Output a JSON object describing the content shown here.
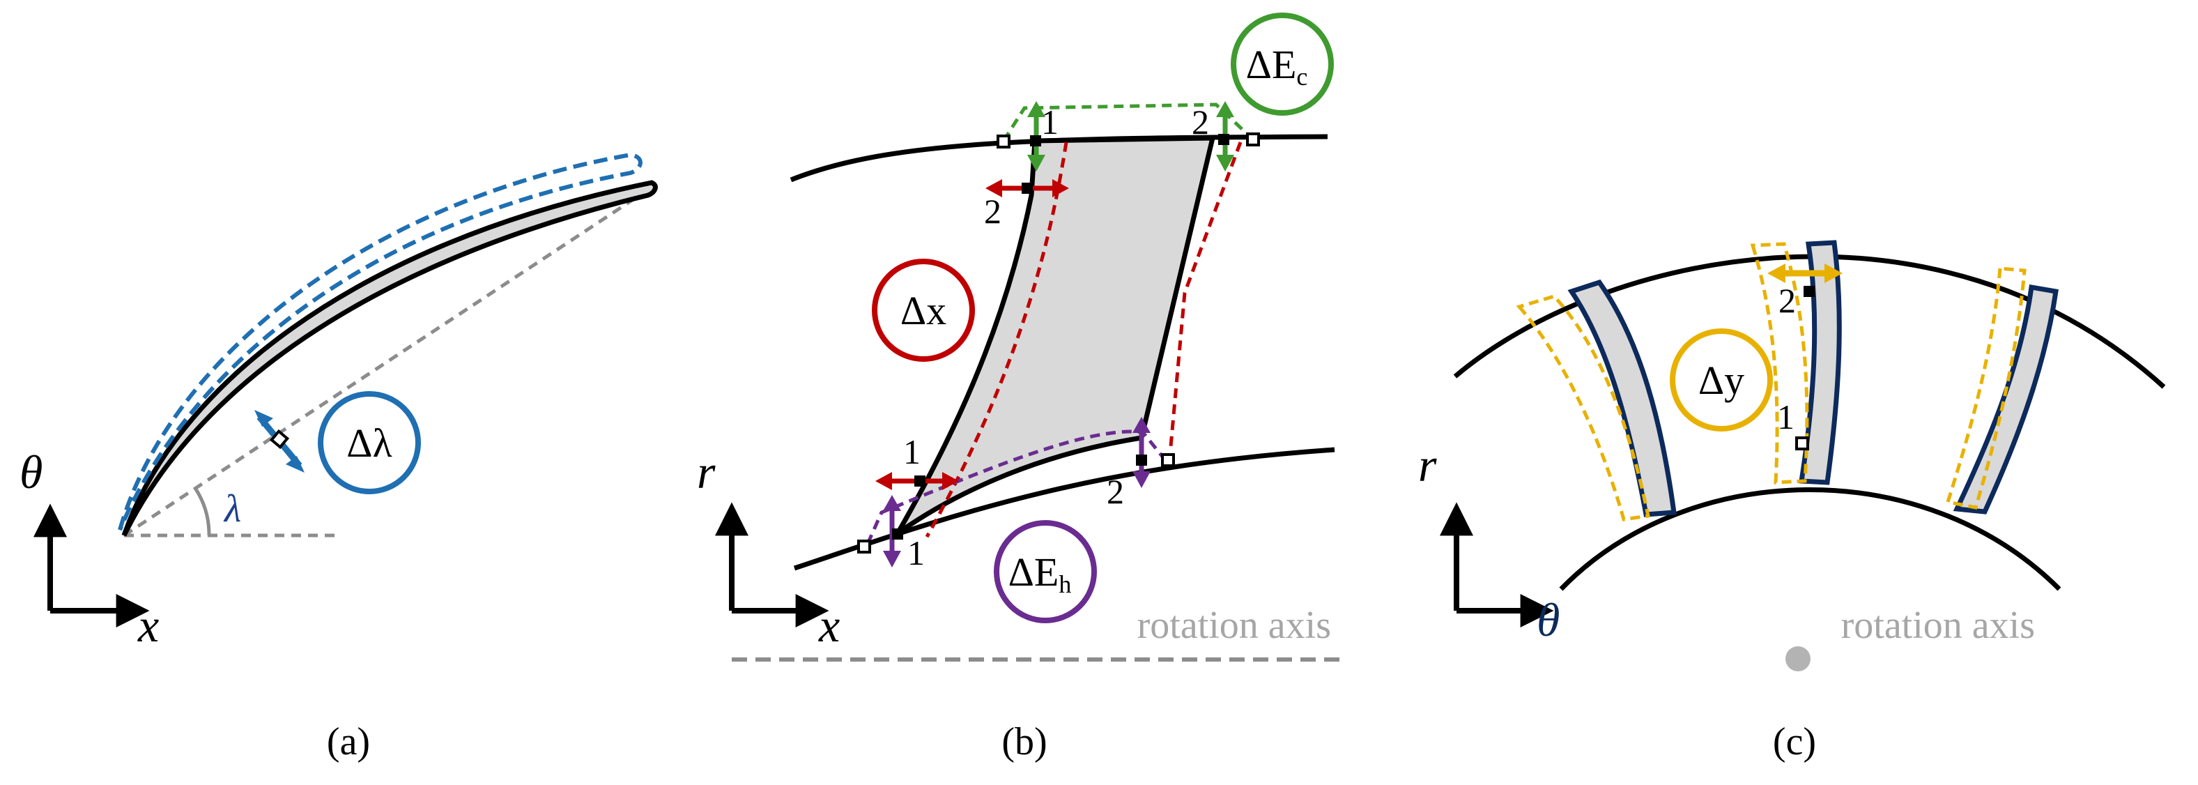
{
  "colors": {
    "black": "#000000",
    "fill": "#d9d9d9",
    "blue": "#1f6fb2",
    "red": "#c00000",
    "green": "#3f9b2f",
    "purple": "#6a2c91",
    "orange": "#e8b100",
    "navy": "#0d2a5c",
    "gray": "#8c8c8c",
    "light_gray": "#a6a6a6"
  },
  "panel_a": {
    "caption": "(a)",
    "axis_y": "θ",
    "axis_x": "x",
    "angle": "λ",
    "param": "Δλ"
  },
  "panel_b": {
    "caption": "(b)",
    "axis_y": "r",
    "axis_x": "x",
    "param_x": "Δx",
    "param_ec": "ΔE",
    "param_ec_sub": "c",
    "param_eh": "ΔE",
    "param_eh_sub": "h",
    "rotation_label": "rotation axis",
    "pt_top_1": "1",
    "pt_top_2": "2",
    "pt_mid_2": "2",
    "pt_low_1": "1",
    "pt_bot_1": "1",
    "pt_bot_2": "2"
  },
  "panel_c": {
    "caption": "(c)",
    "axis_y": "r",
    "axis_x": "θ",
    "param_y": "Δy",
    "rotation_label": "rotation axis",
    "pt_2": "2",
    "pt_1": "1"
  }
}
